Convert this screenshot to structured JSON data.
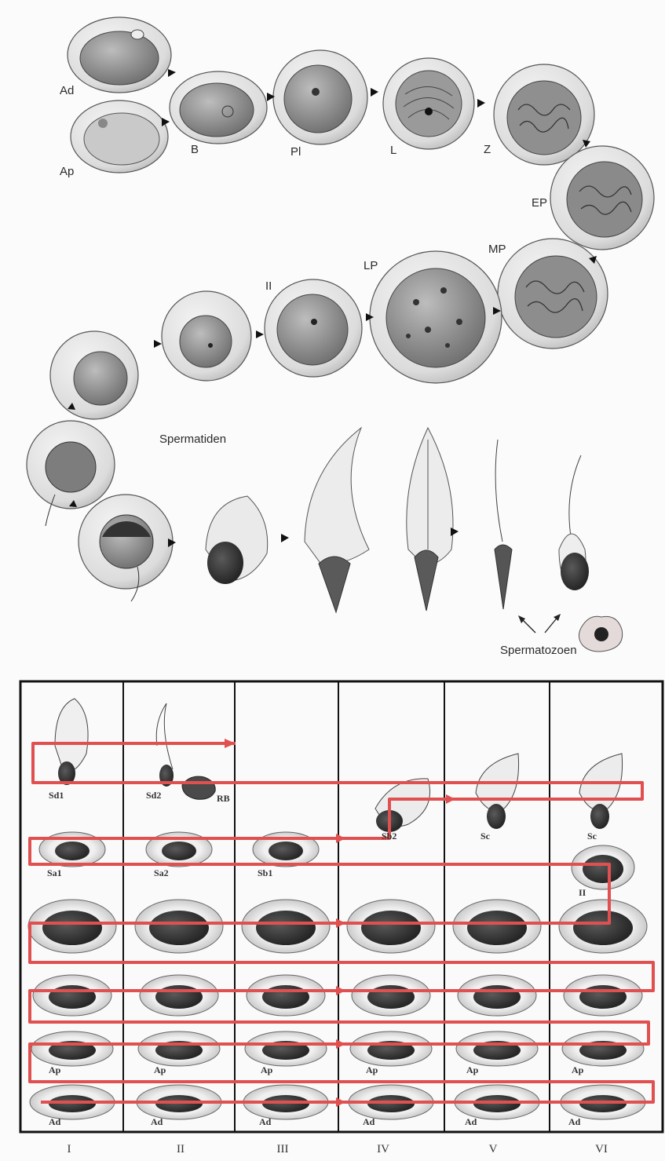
{
  "cycle": {
    "labels": {
      "ad": "Ad",
      "ap": "Ap",
      "b": "B",
      "pl": "Pl",
      "l": "L",
      "z": "Z",
      "ep": "EP",
      "mp": "MP",
      "lp": "LP",
      "ii": "II",
      "spermatiden": "Spermatiden",
      "spermatozoen": "Spermatozoen"
    }
  },
  "table": {
    "columns": [
      "I",
      "II",
      "III",
      "IV",
      "V",
      "VI"
    ],
    "cell_labels": {
      "sd1": "Sd1",
      "sd2": "Sd2",
      "rb": "RB",
      "sb2": "Sb2",
      "sc_v": "Sc",
      "sc_vi": "Sc",
      "sa1": "Sa1",
      "sa2": "Sa2",
      "sb1": "Sb1",
      "ii": "II",
      "ap": [
        "Ap",
        "Ap",
        "Ap",
        "Ap",
        "Ap",
        "Ap"
      ],
      "ad": [
        "Ad",
        "Ad",
        "Ad",
        "Ad",
        "Ad",
        "Ad"
      ]
    }
  },
  "colors": {
    "path": "#e05050",
    "cell_shade": "#cfcfcf",
    "nucleus": "#555555"
  }
}
